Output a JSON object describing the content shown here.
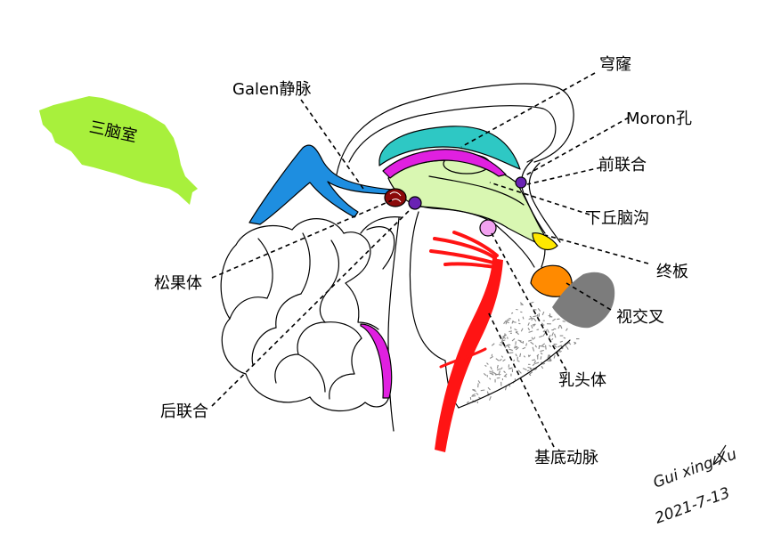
{
  "labels": {
    "third_ventricle": "三脑室",
    "galen_vein": "Galen静脉",
    "fornix": "穹窿",
    "foramen_monro": "Moron孔",
    "anterior_commissure": "前联合",
    "hypothalamic_sulcus": "下丘脑沟",
    "lamina_terminalis": "终板",
    "optic_chiasm": "视交叉",
    "mammillary_body": "乳头体",
    "basilar_artery": "基底动脉",
    "pineal_body": "松果体",
    "posterior_commissure": "后联合"
  },
  "signature": {
    "name": "Gui xing Xu",
    "date": "2021-7-13"
  },
  "colors": {
    "third_ventricle_blob": "#a8f03c",
    "galen_vein": "#1e8ee0",
    "fornix": "#2ec8c4",
    "ventricle_fill": "#d9f7b2",
    "band": "#e020e0",
    "pineal": "#8b0a0a",
    "commissure": "#6a22b4",
    "mammillary": "#f2a2f0",
    "lamina": "#ffe800",
    "chiasm": "#ff8a00",
    "pituitary": "#7c7c7c",
    "artery": "#ff1414",
    "stipple": "#8a8a8a"
  }
}
